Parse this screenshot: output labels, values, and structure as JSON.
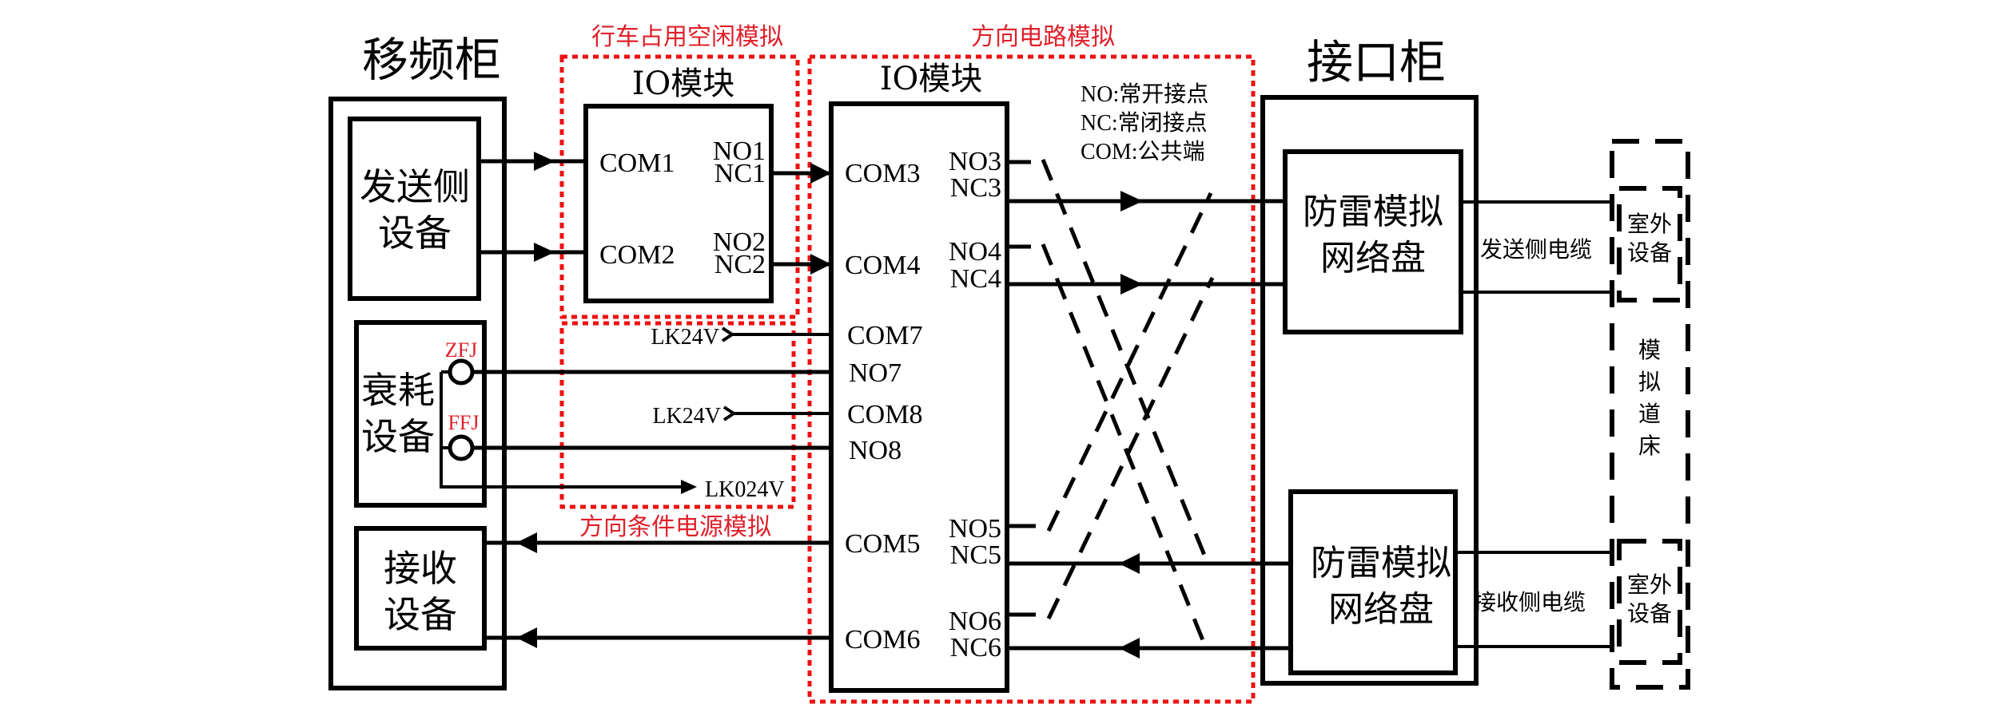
{
  "diagram": {
    "left_cabinet": {
      "title": "移频柜",
      "send_device": [
        "发送侧",
        "设备"
      ],
      "atten_device": [
        "衰耗",
        "设备"
      ],
      "recv_device": [
        "接收",
        "设备"
      ],
      "zfj_label": "ZFJ",
      "ffj_label": "FFJ"
    },
    "io_module_1": {
      "group_title": "行车占用空闲模拟",
      "title": "IO模块",
      "ports_left": [
        "COM1",
        "COM2"
      ],
      "ports_right": [
        [
          "NO1",
          "NC1"
        ],
        [
          "NO2",
          "NC2"
        ]
      ]
    },
    "power_group": {
      "title": "方向条件电源模拟",
      "inputs": [
        "LK24V",
        "LK24V"
      ],
      "output": "LK024V"
    },
    "io_module_2": {
      "group_title": "方向电路模拟",
      "title": "IO模块",
      "ports_left": [
        "COM3",
        "COM4",
        "COM7",
        "NO7",
        "COM8",
        "NO8",
        "COM5",
        "COM6"
      ],
      "ports_right": [
        [
          "NO3",
          "NC3"
        ],
        [
          "NO4",
          "NC4"
        ],
        [
          "NO5",
          "NC5"
        ],
        [
          "NO6",
          "NC6"
        ]
      ]
    },
    "legend": [
      "NO:常开接点",
      "NC:常闭接点",
      "COM:公共端"
    ],
    "right_cabinet": {
      "title": "接口柜",
      "lightning_board_top": [
        "防雷模拟",
        "网络盘"
      ],
      "lightning_board_bottom": [
        "防雷模拟",
        "网络盘"
      ]
    },
    "cables": {
      "send": "发送侧电缆",
      "recv": "接收侧电缆"
    },
    "outdoor": {
      "top": [
        "室外",
        "设备"
      ],
      "bottom": [
        "室外",
        "设备"
      ],
      "track_bed": [
        "模",
        "拟",
        "道",
        "床"
      ]
    },
    "colors": {
      "annotation": "#e0202a",
      "line": "#000000"
    }
  }
}
